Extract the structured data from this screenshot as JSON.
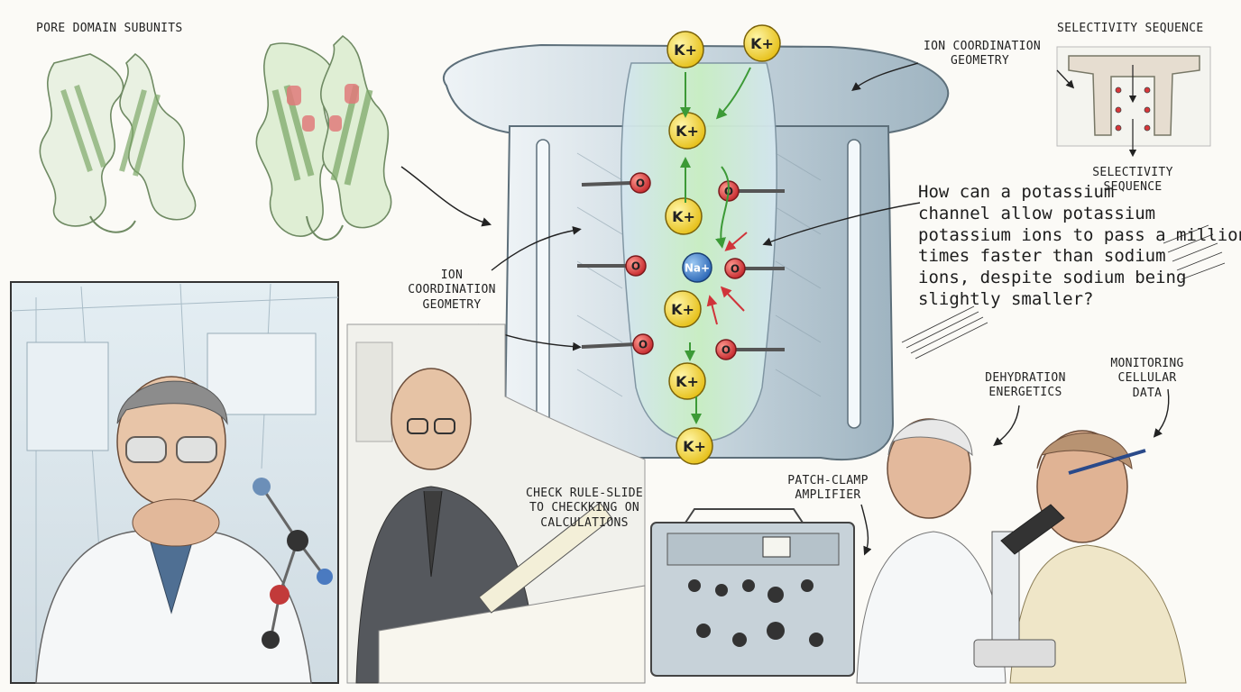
{
  "labels": {
    "pore_domain": "PORE DOMAIN SUBUNITS",
    "ion_coord_top": [
      "ION COORDINATION",
      "GEOMETRY"
    ],
    "ion_coord_left": [
      "ION",
      "COORDINATION",
      "GEOMETRY"
    ],
    "selectivity_top": "SELECTIVITY SEQUENCE",
    "selectivity_bottom": [
      "SELECTIVITY",
      "SEQUENCE"
    ],
    "rule_slide": [
      "CHECK RULE-SLIDE",
      "TO CHECKKING ON",
      "CALCULATIONS"
    ],
    "patch_clamp": [
      "PATCH-CLAMP",
      "AMPLIFIER"
    ],
    "dehydration": [
      "DEHYDRATION",
      "ENERGETICS"
    ],
    "monitoring": [
      "MONITORING",
      "CELLULAR",
      "DATA"
    ]
  },
  "question_lines": [
    "How can a potassium",
    "channel allow potassium",
    "potassium ions to pass a million",
    "times faster than sodium",
    "ions, despite sodium being",
    "slightly smaller?"
  ],
  "ions": {
    "potassium": "K+",
    "sodium": "Na+",
    "sodium_small": "Na+",
    "oxygen": "O"
  },
  "colors": {
    "potassium": "#f2d42c",
    "sodium": "#3b7fd1",
    "oxygen": "#d8373a",
    "channel": "#dbe6ec",
    "protein": "#b9d6a8",
    "helix_highlight": "#e07a7a"
  }
}
